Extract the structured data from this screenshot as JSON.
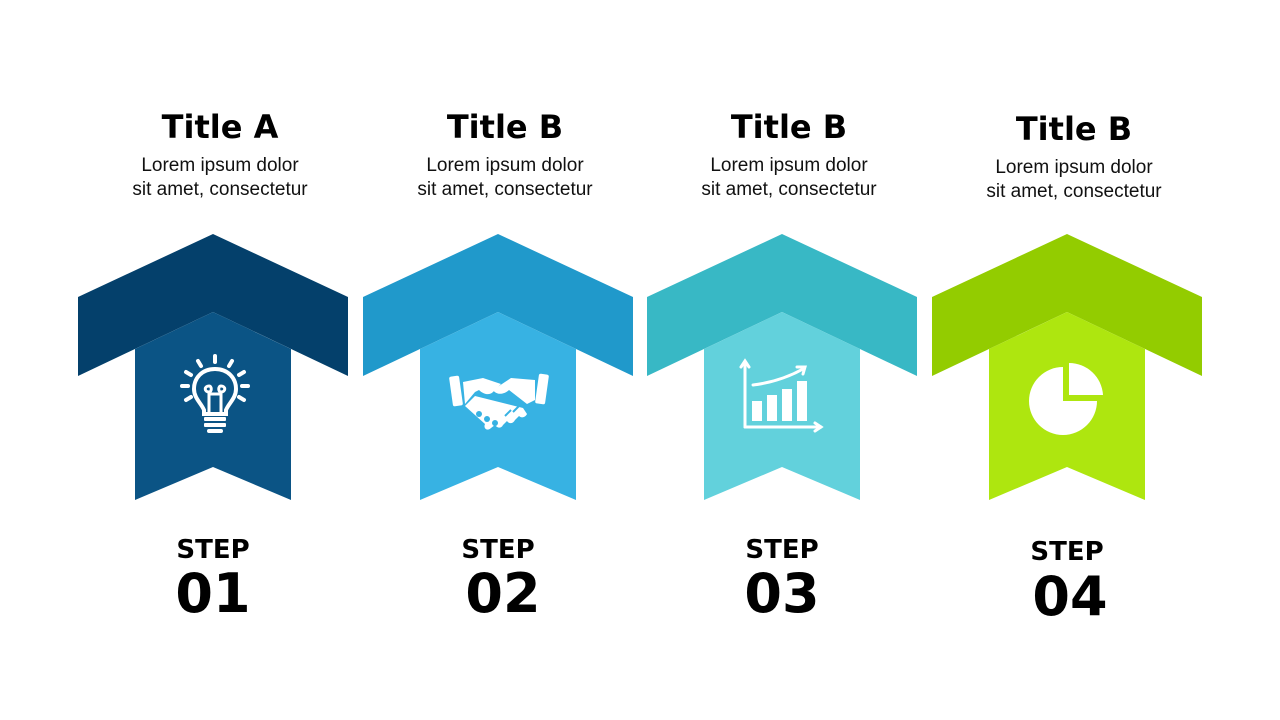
{
  "steps": [
    {
      "title": "Title A",
      "desc_line1": "Lorem ipsum dolor",
      "desc_line2": "sit amet, consectetur",
      "step_label": "STEP",
      "step_number": "01",
      "icon": "lightbulb-icon",
      "colors": {
        "outer": "#04406B",
        "inner": "#0B5485"
      }
    },
    {
      "title": "Title B",
      "desc_line1": "Lorem ipsum dolor",
      "desc_line2": "sit amet, consectetur",
      "step_label": "STEP",
      "step_number": "02",
      "icon": "handshake-icon",
      "colors": {
        "outer": "#2099CB",
        "inner": "#37B2E3"
      }
    },
    {
      "title": "Title B",
      "desc_line1": "Lorem ipsum dolor",
      "desc_line2": "sit amet, consectetur",
      "step_label": "STEP",
      "step_number": "03",
      "icon": "growth-chart-icon",
      "colors": {
        "outer": "#38B8C5",
        "inner": "#62D1DC"
      }
    },
    {
      "title": "Title B",
      "desc_line1": "Lorem ipsum dolor",
      "desc_line2": "sit amet, consectetur",
      "step_label": "STEP",
      "step_number": "04",
      "icon": "pie-chart-icon",
      "colors": {
        "outer": "#93CC00",
        "inner": "#AEE60F"
      }
    }
  ]
}
